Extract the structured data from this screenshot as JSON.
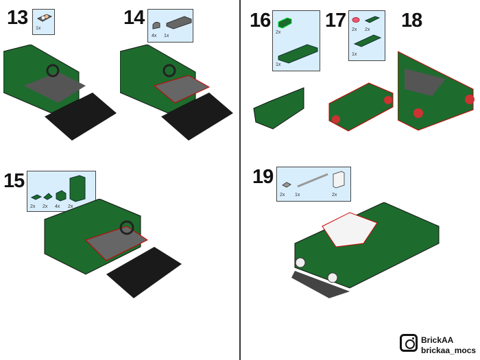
{
  "steps": [
    {
      "number": "13",
      "parts": [
        "1x"
      ]
    },
    {
      "number": "14",
      "parts": [
        "4x",
        "1x"
      ]
    },
    {
      "number": "15",
      "parts": [
        "2x",
        "2x",
        "4x",
        "2x"
      ]
    },
    {
      "number": "16",
      "parts": [
        "2x",
        "1x"
      ]
    },
    {
      "number": "17",
      "parts": [
        "2x",
        "2x",
        "1x"
      ]
    },
    {
      "number": "18",
      "parts": []
    },
    {
      "number": "19",
      "parts": [
        "2x",
        "1x",
        "2x"
      ]
    }
  ],
  "branding": {
    "name": "BrickAA",
    "handle": "brickaa_mocs",
    "icon": "instagram-icon"
  },
  "colors": {
    "green": "#1e6b2e",
    "black": "#1a1a1a",
    "dark_grey": "#5a5a55",
    "panel": "#d9eefc"
  }
}
